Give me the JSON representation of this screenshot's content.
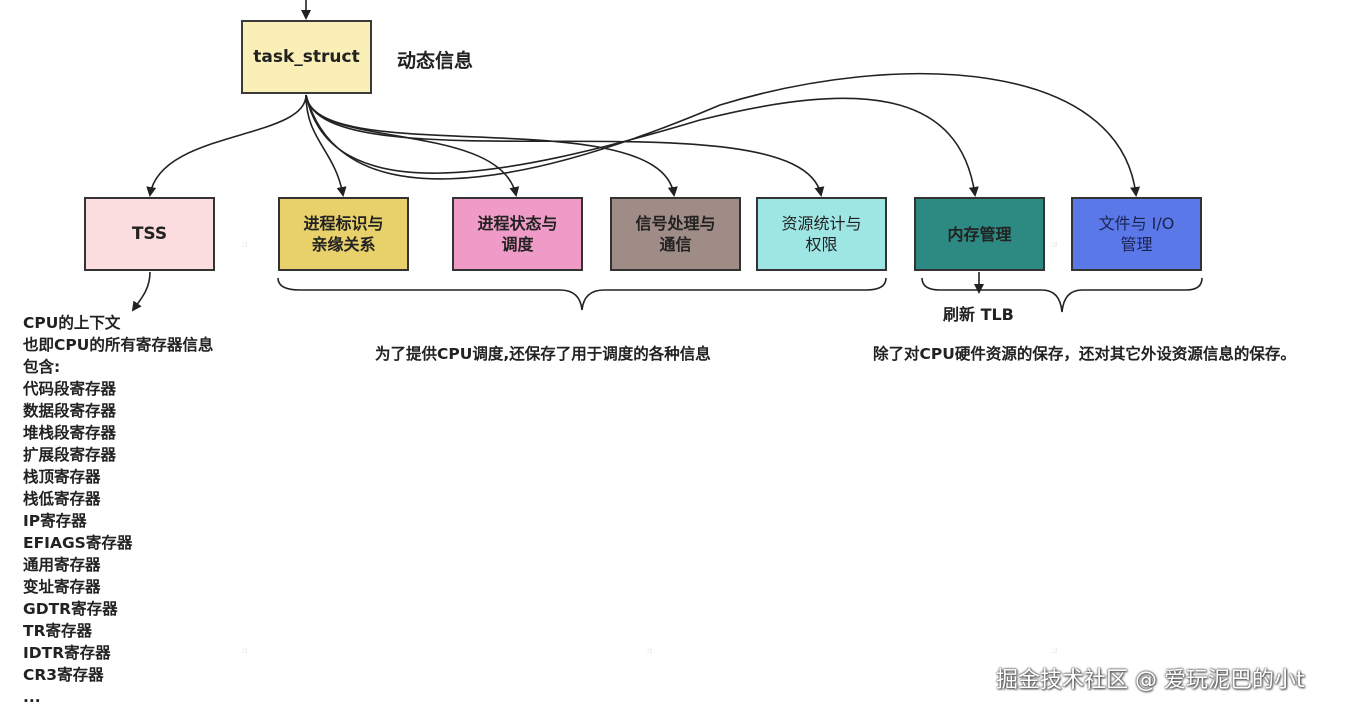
{
  "root": {
    "title": "task_struct",
    "side_label": "动态信息"
  },
  "nodes": {
    "tss": "TSS",
    "pid_line1": "进程标识与",
    "pid_line2": "亲缘关系",
    "state_line1": "进程状态与",
    "state_line2": "调度",
    "signal_line1": "信号处理与",
    "signal_line2": "通信",
    "resource_line1": "资源统计与",
    "resource_line2": "权限",
    "memory": "内存管理",
    "fileio_line1": "文件与 I/O",
    "fileio_line2": "管理"
  },
  "tss_info": [
    "CPU的上下文",
    "也即CPU的所有寄存器信息",
    "包含:",
    "代码段寄存器",
    "数据段寄存器",
    "堆栈段寄存器",
    "扩展段寄存器",
    "栈顶寄存器",
    "栈低寄存器",
    "IP寄存器",
    "EFIAGS寄存器",
    "通用寄存器",
    "变址寄存器",
    "GDTR寄存器",
    "TR寄存器",
    "IDTR寄存器",
    "CR3寄存器",
    "..."
  ],
  "annotations": {
    "tlb": "刷新 TLB",
    "scheduling_note": "为了提供CPU调度,还保存了用于调度的各种信息",
    "hardware_note": "除了对CPU硬件资源的保存，还对其它外设资源信息的保存。"
  },
  "watermark": "掘金技术社区 @ 爱玩泥巴的小t",
  "colors": {
    "root": "#f9efb7",
    "tss": "#fcdddf",
    "pid": "#e8d06a",
    "state": "#f09bc7",
    "signal": "#a08c86",
    "resource": "#9ee6e4",
    "memory": "#2d8a82",
    "fileio": "#5a78e8"
  }
}
